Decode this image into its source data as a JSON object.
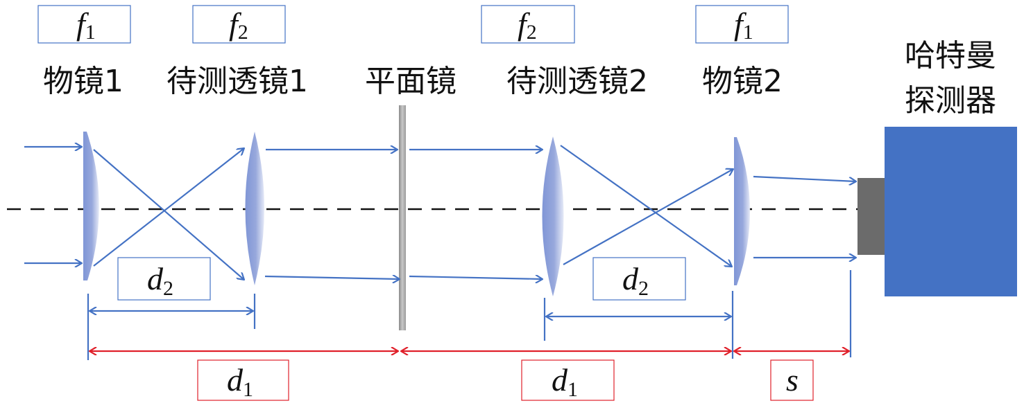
{
  "labels": {
    "objective1": "物镜1",
    "test_lens1": "待测透镜1",
    "plane_mirror": "平面镜",
    "test_lens2": "待测透镜2",
    "objective2": "物镜2",
    "detector_line1": "哈特曼",
    "detector_line2": "探测器"
  },
  "symbols": {
    "f": "f",
    "d": "d",
    "s": "s",
    "sub1": "1",
    "sub2": "2"
  },
  "colors": {
    "ray": "#4472C4",
    "dimension_red": "#E0202A",
    "detector": "#4472C4",
    "sensor": "#6B6B6B"
  }
}
